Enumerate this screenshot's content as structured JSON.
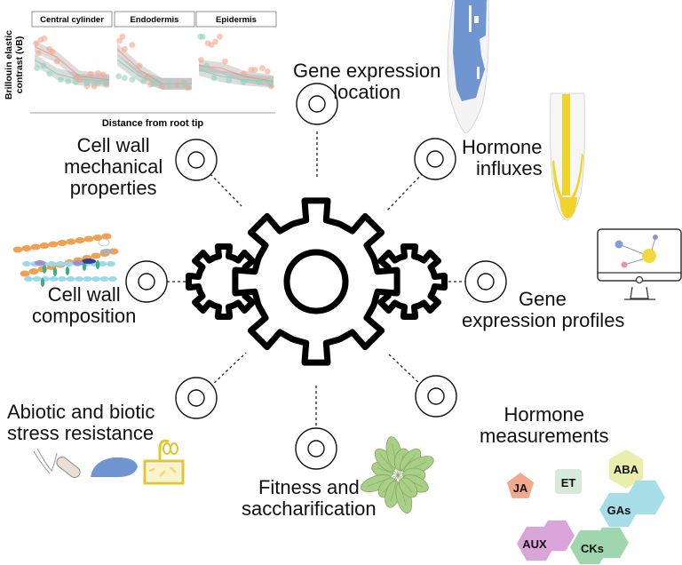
{
  "diagram": {
    "center": "gear-cluster",
    "nodes": [
      {
        "id": "gene-expression-location",
        "label_lines": [
          "Gene expression",
          "location"
        ]
      },
      {
        "id": "hormone-influxes",
        "label_lines": [
          "Hormone",
          "influxes"
        ]
      },
      {
        "id": "gene-expression-profiles",
        "label_lines": [
          "Gene",
          "expression profiles"
        ]
      },
      {
        "id": "hormone-measurements",
        "label_lines": [
          "Hormone",
          "measurements"
        ]
      },
      {
        "id": "fitness-saccharification",
        "label_lines": [
          "Fitness and",
          "saccharification"
        ]
      },
      {
        "id": "abiotic-biotic-stress",
        "label_lines": [
          "Abiotic and biotic",
          "stress resistance"
        ]
      },
      {
        "id": "cell-wall-composition",
        "label_lines": [
          "Cell wall",
          "composition"
        ]
      },
      {
        "id": "cell-wall-mechanical",
        "label_lines": [
          "Cell wall",
          "mechanical",
          "properties"
        ]
      }
    ]
  },
  "chart_data": {
    "type": "scatter",
    "title": "",
    "panels": [
      "Central cylinder",
      "Endodermis",
      "Epidermis"
    ],
    "xlabel": "Distance from root tip",
    "ylabel_lines": [
      "Brillouin elastic",
      "contrast (vB)"
    ],
    "series_colors": {
      "orange": "#f4a58a",
      "teal": "#8fd3bf",
      "band": "#9a9a9a"
    },
    "note": "Values are qualitative; no tick labels shown. Normalized 0-1 (x = distance, y = contrast).",
    "series": [
      {
        "panel": "Central cylinder",
        "name": "orange",
        "trend": [
          [
            0,
            0.78
          ],
          [
            0.3,
            0.65
          ],
          [
            0.6,
            0.42
          ],
          [
            1,
            0.38
          ]
        ]
      },
      {
        "panel": "Central cylinder",
        "name": "teal",
        "trend": [
          [
            0,
            0.62
          ],
          [
            0.3,
            0.45
          ],
          [
            0.6,
            0.38
          ],
          [
            1,
            0.36
          ]
        ]
      },
      {
        "panel": "Endodermis",
        "name": "orange",
        "trend": [
          [
            0,
            0.75
          ],
          [
            0.3,
            0.5
          ],
          [
            0.6,
            0.33
          ],
          [
            1,
            0.33
          ]
        ]
      },
      {
        "panel": "Endodermis",
        "name": "teal",
        "trend": [
          [
            0,
            0.62
          ],
          [
            0.3,
            0.42
          ],
          [
            0.6,
            0.33
          ],
          [
            1,
            0.33
          ]
        ]
      },
      {
        "panel": "Epidermis",
        "name": "orange",
        "trend": [
          [
            0,
            0.55
          ],
          [
            0.3,
            0.52
          ],
          [
            0.6,
            0.42
          ],
          [
            1,
            0.36
          ]
        ]
      },
      {
        "panel": "Epidermis",
        "name": "teal",
        "trend": [
          [
            0,
            0.5
          ],
          [
            0.3,
            0.42
          ],
          [
            0.6,
            0.38
          ],
          [
            1,
            0.35
          ]
        ]
      }
    ],
    "points": {
      "Central cylinder": {
        "orange": [
          [
            0.02,
            0.82
          ],
          [
            0.08,
            0.86
          ],
          [
            0.13,
            0.88
          ],
          [
            0.05,
            0.7
          ],
          [
            0.2,
            0.75
          ],
          [
            0.24,
            0.72
          ],
          [
            0.3,
            0.6
          ],
          [
            0.55,
            0.4
          ],
          [
            0.6,
            0.38
          ],
          [
            0.7,
            0.3
          ],
          [
            0.8,
            0.3
          ],
          [
            0.75,
            0.45
          ],
          [
            0.85,
            0.46
          ],
          [
            0.92,
            0.44
          ],
          [
            0.96,
            0.32
          ]
        ],
        "teal": [
          [
            0.03,
            0.52
          ],
          [
            0.12,
            0.55
          ],
          [
            0.2,
            0.45
          ],
          [
            0.35,
            0.38
          ],
          [
            0.45,
            0.36
          ],
          [
            0.55,
            0.35
          ],
          [
            0.7,
            0.34
          ],
          [
            0.85,
            0.34
          ],
          [
            0.95,
            0.34
          ]
        ]
      },
      "Endodermis": {
        "orange": [
          [
            0.03,
            0.85
          ],
          [
            0.07,
            0.9
          ],
          [
            0.1,
            0.75
          ],
          [
            0.2,
            0.8
          ],
          [
            0.3,
            0.55
          ],
          [
            0.4,
            0.4
          ],
          [
            0.45,
            0.32
          ],
          [
            0.6,
            0.3
          ],
          [
            0.8,
            0.32
          ],
          [
            0.9,
            0.34
          ],
          [
            0.95,
            0.28
          ]
        ],
        "teal": [
          [
            0.02,
            0.42
          ],
          [
            0.1,
            0.4
          ],
          [
            0.2,
            0.38
          ],
          [
            0.35,
            0.36
          ],
          [
            0.5,
            0.33
          ],
          [
            0.7,
            0.32
          ],
          [
            0.9,
            0.32
          ]
        ]
      },
      "Epidermis": {
        "orange": [
          [
            0.03,
            0.62
          ],
          [
            0.12,
            0.82
          ],
          [
            0.17,
            0.8
          ],
          [
            0.22,
            0.84
          ],
          [
            0.28,
            0.9
          ],
          [
            0.35,
            0.6
          ],
          [
            0.6,
            0.45
          ],
          [
            0.7,
            0.5
          ],
          [
            0.75,
            0.5
          ],
          [
            0.85,
            0.52
          ],
          [
            0.92,
            0.48
          ],
          [
            0.97,
            0.3
          ]
        ],
        "teal": [
          [
            0.02,
            0.9
          ],
          [
            0.05,
            0.9
          ],
          [
            0.1,
            0.55
          ],
          [
            0.2,
            0.4
          ],
          [
            0.4,
            0.37
          ],
          [
            0.6,
            0.35
          ],
          [
            0.8,
            0.35
          ],
          [
            0.95,
            0.34
          ]
        ]
      }
    }
  },
  "hormones": [
    {
      "id": "ja",
      "label": "JA",
      "color": "#f2a88c"
    },
    {
      "id": "et",
      "label": "ET",
      "color": "#d6ead9"
    },
    {
      "id": "aba",
      "label": "ABA",
      "color": "#e9eeab"
    },
    {
      "id": "gas",
      "label": "GAs",
      "color": "#a6dde6"
    },
    {
      "id": "aux",
      "label": "AUX",
      "color": "#d9a4d8"
    },
    {
      "id": "cks",
      "label": "CKs",
      "color": "#9fd6ad"
    }
  ],
  "colors": {
    "root_blue": "#6f96d0",
    "root_yellow": "#f0d42a",
    "plant_green": "#a8cf85",
    "monitor_yellow": "#f2d740",
    "monitor_blue": "#7f9fd8",
    "monitor_pink": "#ef8fb0",
    "monitor_purple": "#9b8fc8"
  }
}
